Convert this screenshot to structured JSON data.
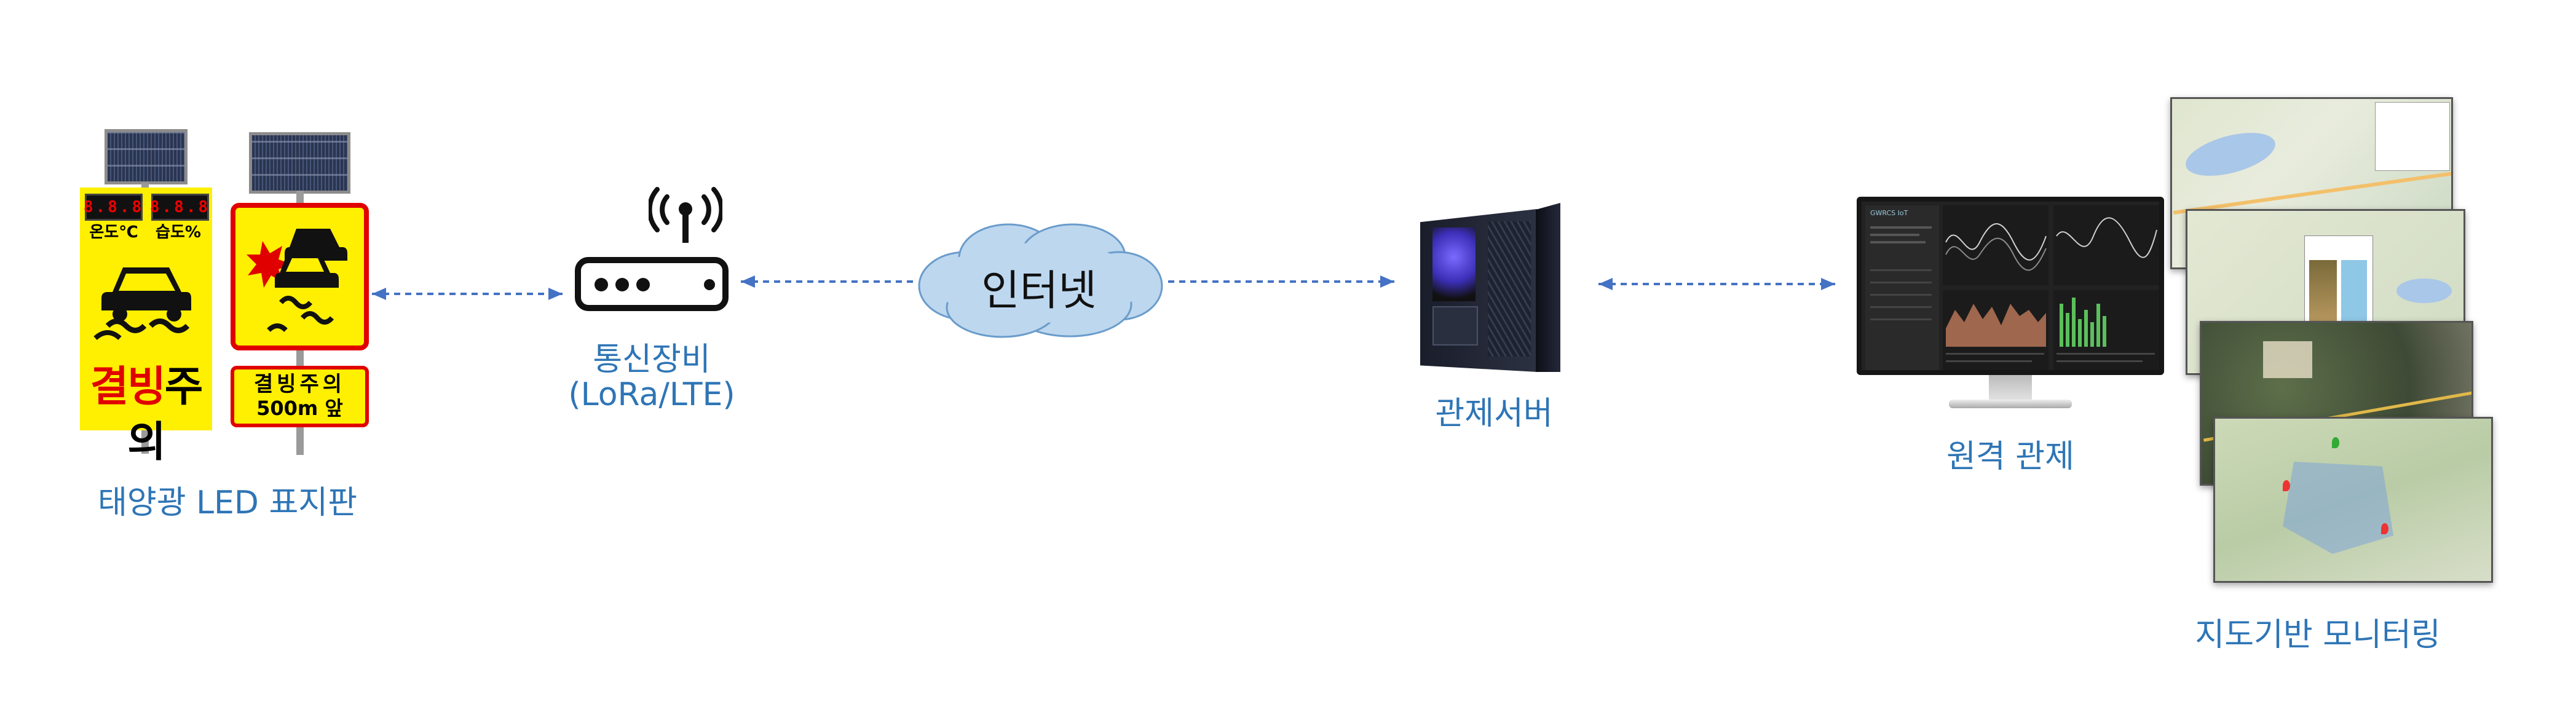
{
  "labels": {
    "solar_sign": "태양광 LED 표지판",
    "comm_device_line1": "통신장비",
    "comm_device_line2": "(LoRa/LTE)",
    "internet": "인터넷",
    "control_server": "관제서버",
    "remote_control": "원격 관제",
    "map_monitoring": "지도기반 모니터링"
  },
  "sign_left": {
    "temp_digits": "8.8.8",
    "humid_digits": "8.8.8",
    "temp_label": "온도℃",
    "humid_label": "습도%",
    "warning_red": "결빙",
    "warning_black": "주의"
  },
  "sign_right": {
    "line1": "결빙주의",
    "line2": "500m 앞"
  },
  "monitor": {
    "brand": "GWRCS IoT"
  },
  "colors": {
    "accent_text": "#2E75B6",
    "arrow": "#4472C4",
    "sign_yellow": "#FFEF00",
    "sign_red": "#E00000",
    "cloud_fill": "#BDD7EE"
  }
}
